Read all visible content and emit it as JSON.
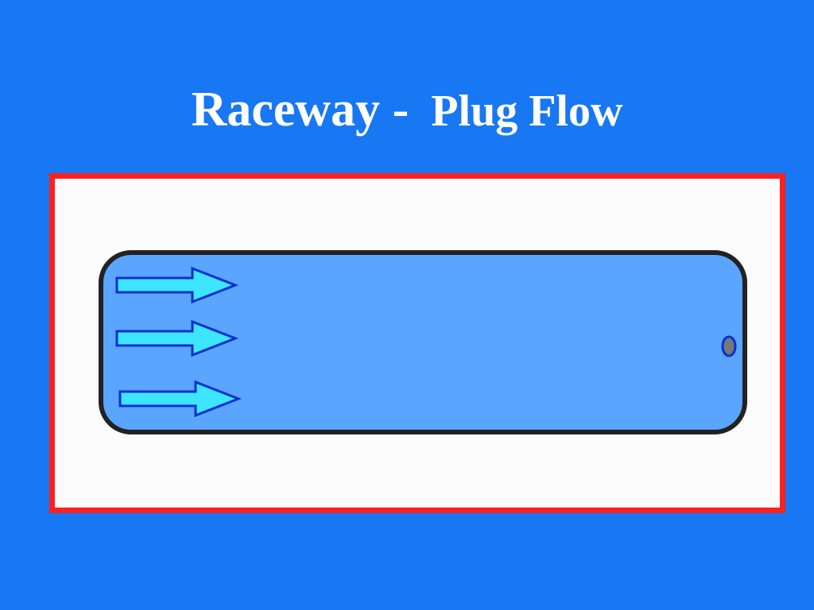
{
  "slide": {
    "title": "Raceway -",
    "subtitle": "Plug Flow"
  },
  "diagram": {
    "background_color": "#1877f2",
    "frame_color": "#ff1f1f",
    "frame_fill": "#fbfbfb",
    "raceway_fill": "#5aa5ff",
    "raceway_stroke": "#222222",
    "arrow_fill": "#3de6ff",
    "arrow_stroke": "#0b2fd0",
    "outlet_fill": "#777777",
    "outlet_stroke": "#0b2fd0",
    "flow_arrows": [
      {
        "name": "flow-arrow-1"
      },
      {
        "name": "flow-arrow-2"
      },
      {
        "name": "flow-arrow-3"
      }
    ]
  }
}
